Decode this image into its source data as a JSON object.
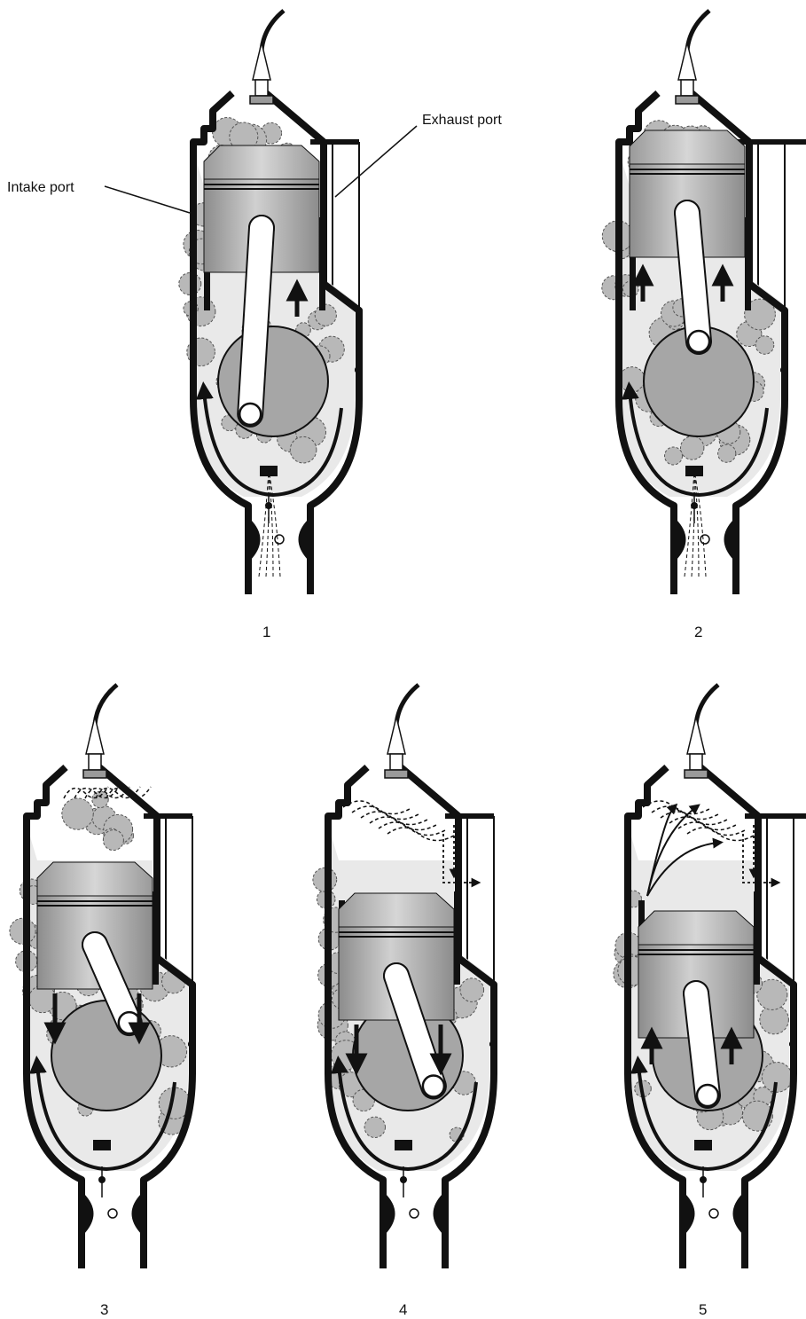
{
  "labels": {
    "intake_port": "Intake port",
    "exhaust_port": "Exhaust port"
  },
  "stages": [
    {
      "number": "1",
      "piston": "rising",
      "crank": "bottom-left",
      "reed": "open",
      "combustion": "none",
      "exhaust_flow": false,
      "transfer_flow": false
    },
    {
      "number": "2",
      "piston": "top",
      "crank": "top",
      "reed": "open",
      "combustion": "charge",
      "exhaust_flow": false,
      "transfer_flow": false
    },
    {
      "number": "3",
      "piston": "falling",
      "crank": "top-right",
      "reed": "closed",
      "combustion": "ignition",
      "exhaust_flow": false,
      "transfer_flow": false
    },
    {
      "number": "4",
      "piston": "falling",
      "crank": "bottom-right",
      "reed": "closed",
      "combustion": "burnt",
      "exhaust_flow": true,
      "transfer_flow": false
    },
    {
      "number": "5",
      "piston": "bottom",
      "crank": "bottom",
      "reed": "closed",
      "combustion": "burnt",
      "exhaust_flow": true,
      "transfer_flow": true
    }
  ],
  "colors": {
    "line": "#111111",
    "mixture": "#b8b8b8",
    "piston_light": "#d0d0d0",
    "piston_dark": "#8c8c8c",
    "crank": "#a6a6a6"
  }
}
